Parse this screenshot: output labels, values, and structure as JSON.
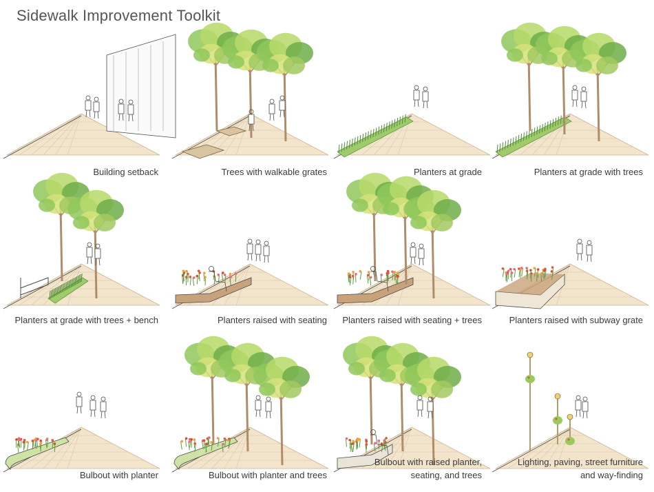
{
  "title": "Sidewalk Improvement Toolkit",
  "palette": {
    "foliage": [
      "#8fc85a",
      "#b7d96a",
      "#6fae49",
      "#d6e27a",
      "#a2c95f"
    ],
    "trunk": "#b08d6a",
    "paving": "#f3e4cc",
    "ink": "#4a4a4a",
    "flowers": [
      "#e2553c",
      "#f0a23a",
      "#e86a86",
      "#d94b2b"
    ],
    "planter_green": "#5f9c3f",
    "box": "#c8a27a",
    "caption": "#3a3a3a"
  },
  "panels": [
    {
      "id": "building-setback",
      "caption": [
        "Building setback"
      ]
    },
    {
      "id": "trees-walkable-grates",
      "caption": [
        "Trees with walkable grates"
      ]
    },
    {
      "id": "planters-at-grade",
      "caption": [
        "Planters at grade"
      ]
    },
    {
      "id": "planters-at-grade-trees",
      "caption": [
        "Planters at grade with trees"
      ]
    },
    {
      "id": "planters-grade-trees-bench",
      "caption": [
        "Planters at grade with trees + bench"
      ]
    },
    {
      "id": "planters-raised-seating",
      "caption": [
        "Planters raised with seating"
      ]
    },
    {
      "id": "planters-raised-seating-trees",
      "caption": [
        "Planters raised with seating + trees"
      ]
    },
    {
      "id": "planters-raised-subway-grate",
      "caption": [
        "Planters raised with subway grate"
      ]
    },
    {
      "id": "bulbout-planter",
      "caption": [
        "Bulbout with planter"
      ]
    },
    {
      "id": "bulbout-planter-trees",
      "caption": [
        "Bulbout with planter and trees"
      ]
    },
    {
      "id": "bulbout-raised-planter-seating-trees",
      "caption": [
        "Bulbout with raised planter,",
        "seating, and trees"
      ]
    },
    {
      "id": "lighting-paving-furniture",
      "caption": [
        "Lighting, paving, street furniture",
        "and way-finding"
      ]
    }
  ]
}
